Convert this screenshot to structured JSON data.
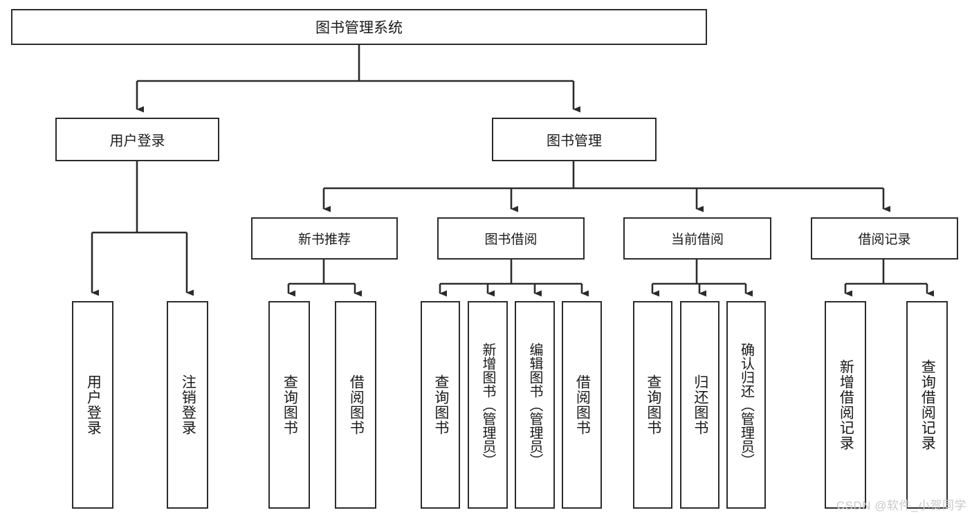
{
  "diagram": {
    "title": "图书管理系统",
    "type": "hierarchy-tree",
    "background_color": "#ffffff",
    "line_color": "#2b2b2b",
    "box_fill": "#ffffff",
    "text_color": "#1a1a1a"
  },
  "root": {
    "label": "图书管理系统"
  },
  "level2": [
    {
      "label": "用户登录"
    },
    {
      "label": "图书管理"
    }
  ],
  "level3": [
    {
      "label": "新书推荐"
    },
    {
      "label": "图书借阅"
    },
    {
      "label": "当前借阅"
    },
    {
      "label": "借阅记录"
    }
  ],
  "leaves": {
    "user_login": [
      {
        "label": "用户登录"
      },
      {
        "label": "注销登录"
      }
    ],
    "new_book_recommend": [
      {
        "label": "查询图书"
      },
      {
        "label": "借阅图书"
      }
    ],
    "book_borrow": [
      {
        "label": "查询图书"
      },
      {
        "label": "新增图书（管理员）"
      },
      {
        "label": "编辑图书（管理员）"
      },
      {
        "label": "借阅图书"
      }
    ],
    "current_borrow": [
      {
        "label": "查询图书"
      },
      {
        "label": "归还图书"
      },
      {
        "label": "确认归还（管理员）"
      }
    ],
    "borrow_record": [
      {
        "label": "新增借阅记录"
      },
      {
        "label": "查询借阅记录"
      }
    ]
  },
  "watermark": {
    "text": "CSDN @软件_小贺同学",
    "color": "#c9c9c9"
  }
}
